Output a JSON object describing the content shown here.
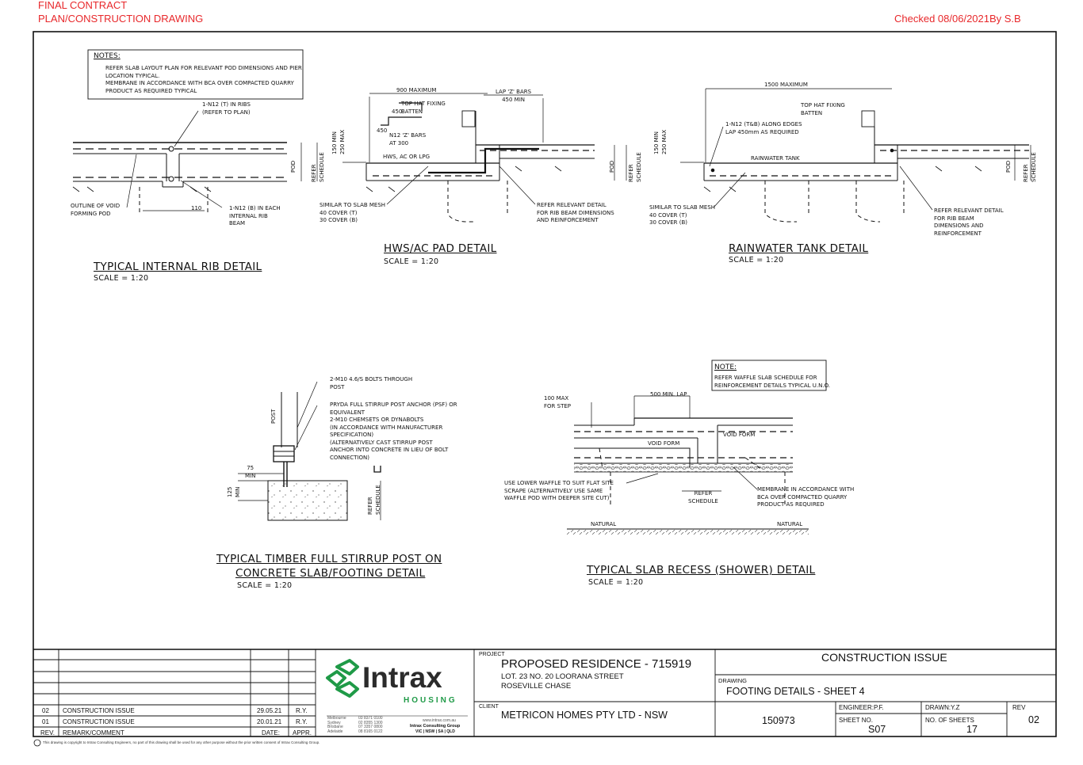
{
  "stamps": {
    "left_line1": "FINAL CONTRACT",
    "left_line2": "PLAN/CONSTRUCTION DRAWING",
    "right": "Checked 08/06/2021By S.B"
  },
  "details": {
    "rib": {
      "title": "TYPICAL INTERNAL RIB DETAIL",
      "scale": "SCALE = 1:20",
      "notes_heading": "NOTES:",
      "note1": "REFER SLAB LAYOUT PLAN FOR RELEVANT POD DIMENSIONS AND PIER\nLOCATION TYPICAL.",
      "note2": "MEMBRANE IN ACCORDANCE WITH BCA OVER COMPACTED QUARRY\nPRODUCT AS REQUIRED TYPICAL",
      "label_top": "1-N12 (T) IN RIBS\n(REFER TO PLAN)",
      "label_bottom": "1-N12 (B) IN EACH\nINTERNAL RIB\nBEAM",
      "label_left": "OUTLINE OF VOID\nFORMING POD",
      "dim_110": "110",
      "pod": "POD",
      "refer_schedule": "REFER\nSCHEDULE"
    },
    "hws": {
      "title": "HWS/AC PAD DETAIL",
      "scale": "SCALE = 1:20",
      "dim_900": "900 MAXIMUM",
      "lap": "LAP 'Z' BARS\n450 MIN",
      "top_hat": "TOP HAT FIXING\nBATTEN",
      "dim_450a": "450",
      "dim_450b": "450",
      "z_bars": "N12 'Z' BARS\nAT 300",
      "hws_label": "HWS, AC OR LPG",
      "dim_150": "150 MIN\n250 MAX",
      "mesh": "SIMILAR TO SLAB MESH\n40 COVER (T)\n30 COVER (B)",
      "refer_detail": "REFER RELEVANT DETAIL\nFOR RIB BEAM DIMENSIONS\nAND REINFORCEMENT",
      "pod": "POD",
      "refer_schedule": "REFER\nSCHEDULE"
    },
    "tank": {
      "title": "RAINWATER TANK DETAIL",
      "scale": "SCALE = 1:20",
      "dim_1500": "1500 MAXIMUM",
      "top_hat": "TOP HAT FIXING\nBATTEN",
      "n12": "1-N12 (T&B) ALONG EDGES\nLAP 450mm AS REQUIRED",
      "tank_label": "RAINWATER TANK",
      "dim_150": "150 MIN\n250 MAX",
      "mesh": "SIMILAR TO SLAB MESH\n40 COVER (T)\n30 COVER (B)",
      "refer_detail": "REFER RELEVANT DETAIL\nFOR RIB BEAM\nDIMENSIONS AND\nREINFORCEMENT",
      "pod": "POD",
      "refer_schedule": "REFER\nSCHEDULE"
    },
    "post": {
      "title_line1": "TYPICAL TIMBER FULL STIRRUP POST ON",
      "title_line2": "CONCRETE SLAB/FOOTING DETAIL",
      "scale": "SCALE = 1:20",
      "bolts": "2-M10 4.6/S BOLTS THROUGH\nPOST",
      "pryda": "PRYDA FULL STIRRUP POST ANCHOR (PSF) OR\nEQUIVALENT\n2-M10 CHEMSETS OR DYNABOLTS\n(IN ACCORDANCE WITH MANUFACTURER\nSPECIFICATION)\n(ALTERNATIVELY CAST STIRRUP POST\nANCHOR INTO CONCRETE IN LIEU OF BOLT\nCONNECTION)",
      "post_label": "POST",
      "dim_75": "75\nMIN",
      "dim_125": "125\nMIN",
      "refer_schedule": "REFER\nSCHEDULE"
    },
    "recess": {
      "title": "TYPICAL SLAB RECESS (SHOWER) DETAIL",
      "scale": "SCALE = 1:20",
      "note_heading": "NOTE:",
      "note_text": "REFER WAFFLE SLAB SCHEDULE FOR\nREINFORCEMENT DETAILS TYPICAL U.N.O.",
      "lap": "500 MIN. LAP",
      "step": "100 MAX\nFOR STEP",
      "void1": "VOID FORM",
      "void2": "VOID FORM",
      "lower": "USE LOWER WAFFLE TO SUIT FLAT SITE\nSCRAPE (ALTERNATIVELY USE SAME\nWAFFLE POD WITH DEEPER SITE CUT)",
      "membrane": "MEMBRANE IN ACCORDANCE WITH\nBCA OVER COMPACTED QUARRY\nPRODUCT AS REQUIRED",
      "refer_schedule": "REFER\nSCHEDULE",
      "natural_left": "NATURAL",
      "natural_right": "NATURAL"
    }
  },
  "title_block": {
    "revisions": [
      {
        "rev": "02",
        "remark": "CONSTRUCTION ISSUE",
        "date": "29.05.21",
        "appr": "R.Y."
      },
      {
        "rev": "01",
        "remark": "CONSTRUCTION ISSUE",
        "date": "20.01.21",
        "appr": "R.Y."
      }
    ],
    "rev_header": "REV.",
    "remark_header": "REMARK/COMMENT",
    "date_header": "DATE:",
    "appr_header": "APPR.",
    "logo_word": "Intrax",
    "logo_sub": "HOUSING",
    "offices": "Melbourne\nSydney\nBrisbane\nAdelaide",
    "phones": "03 8371 0100\n02 8355 1300\n07 3357 0800\n08 8165 0122",
    "web": "www.intrax.com.au",
    "group": "Intrax Consulting Group",
    "states": "VIC | NSW | SA | QLD",
    "project_label": "PROJECT",
    "project_name": "PROPOSED RESIDENCE - 715919",
    "project_addr1": "LOT. 23 NO. 20 LOORANA STREET",
    "project_addr2": "ROSEVILLE CHASE",
    "client_label": "CLIENT",
    "client_name": "METRICON HOMES PTY LTD - NSW",
    "issue": "CONSTRUCTION ISSUE",
    "drawing_label": "DRAWING",
    "drawing_name": "FOOTING DETAILS - SHEET 4",
    "job_no": "150973",
    "engineer": "ENGINEER:P.F.",
    "drawn": "DRAWN:Y.Z",
    "rev_label": "REV",
    "sheet_label": "SHEET NO.",
    "sheet_no": "S07",
    "nsheets_label": "NO. OF SHEETS",
    "nsheets": "17",
    "rev_no": "02",
    "copyright": "This drawing is copyright to Intrax Consulting Engineers, no part of this drawing shall be used for any other purpose without the prior written consent of Intrax Consulting Group."
  },
  "colors": {
    "stamp": "#e8282b",
    "logo_green": "#1f9a47",
    "line": "#111111"
  }
}
